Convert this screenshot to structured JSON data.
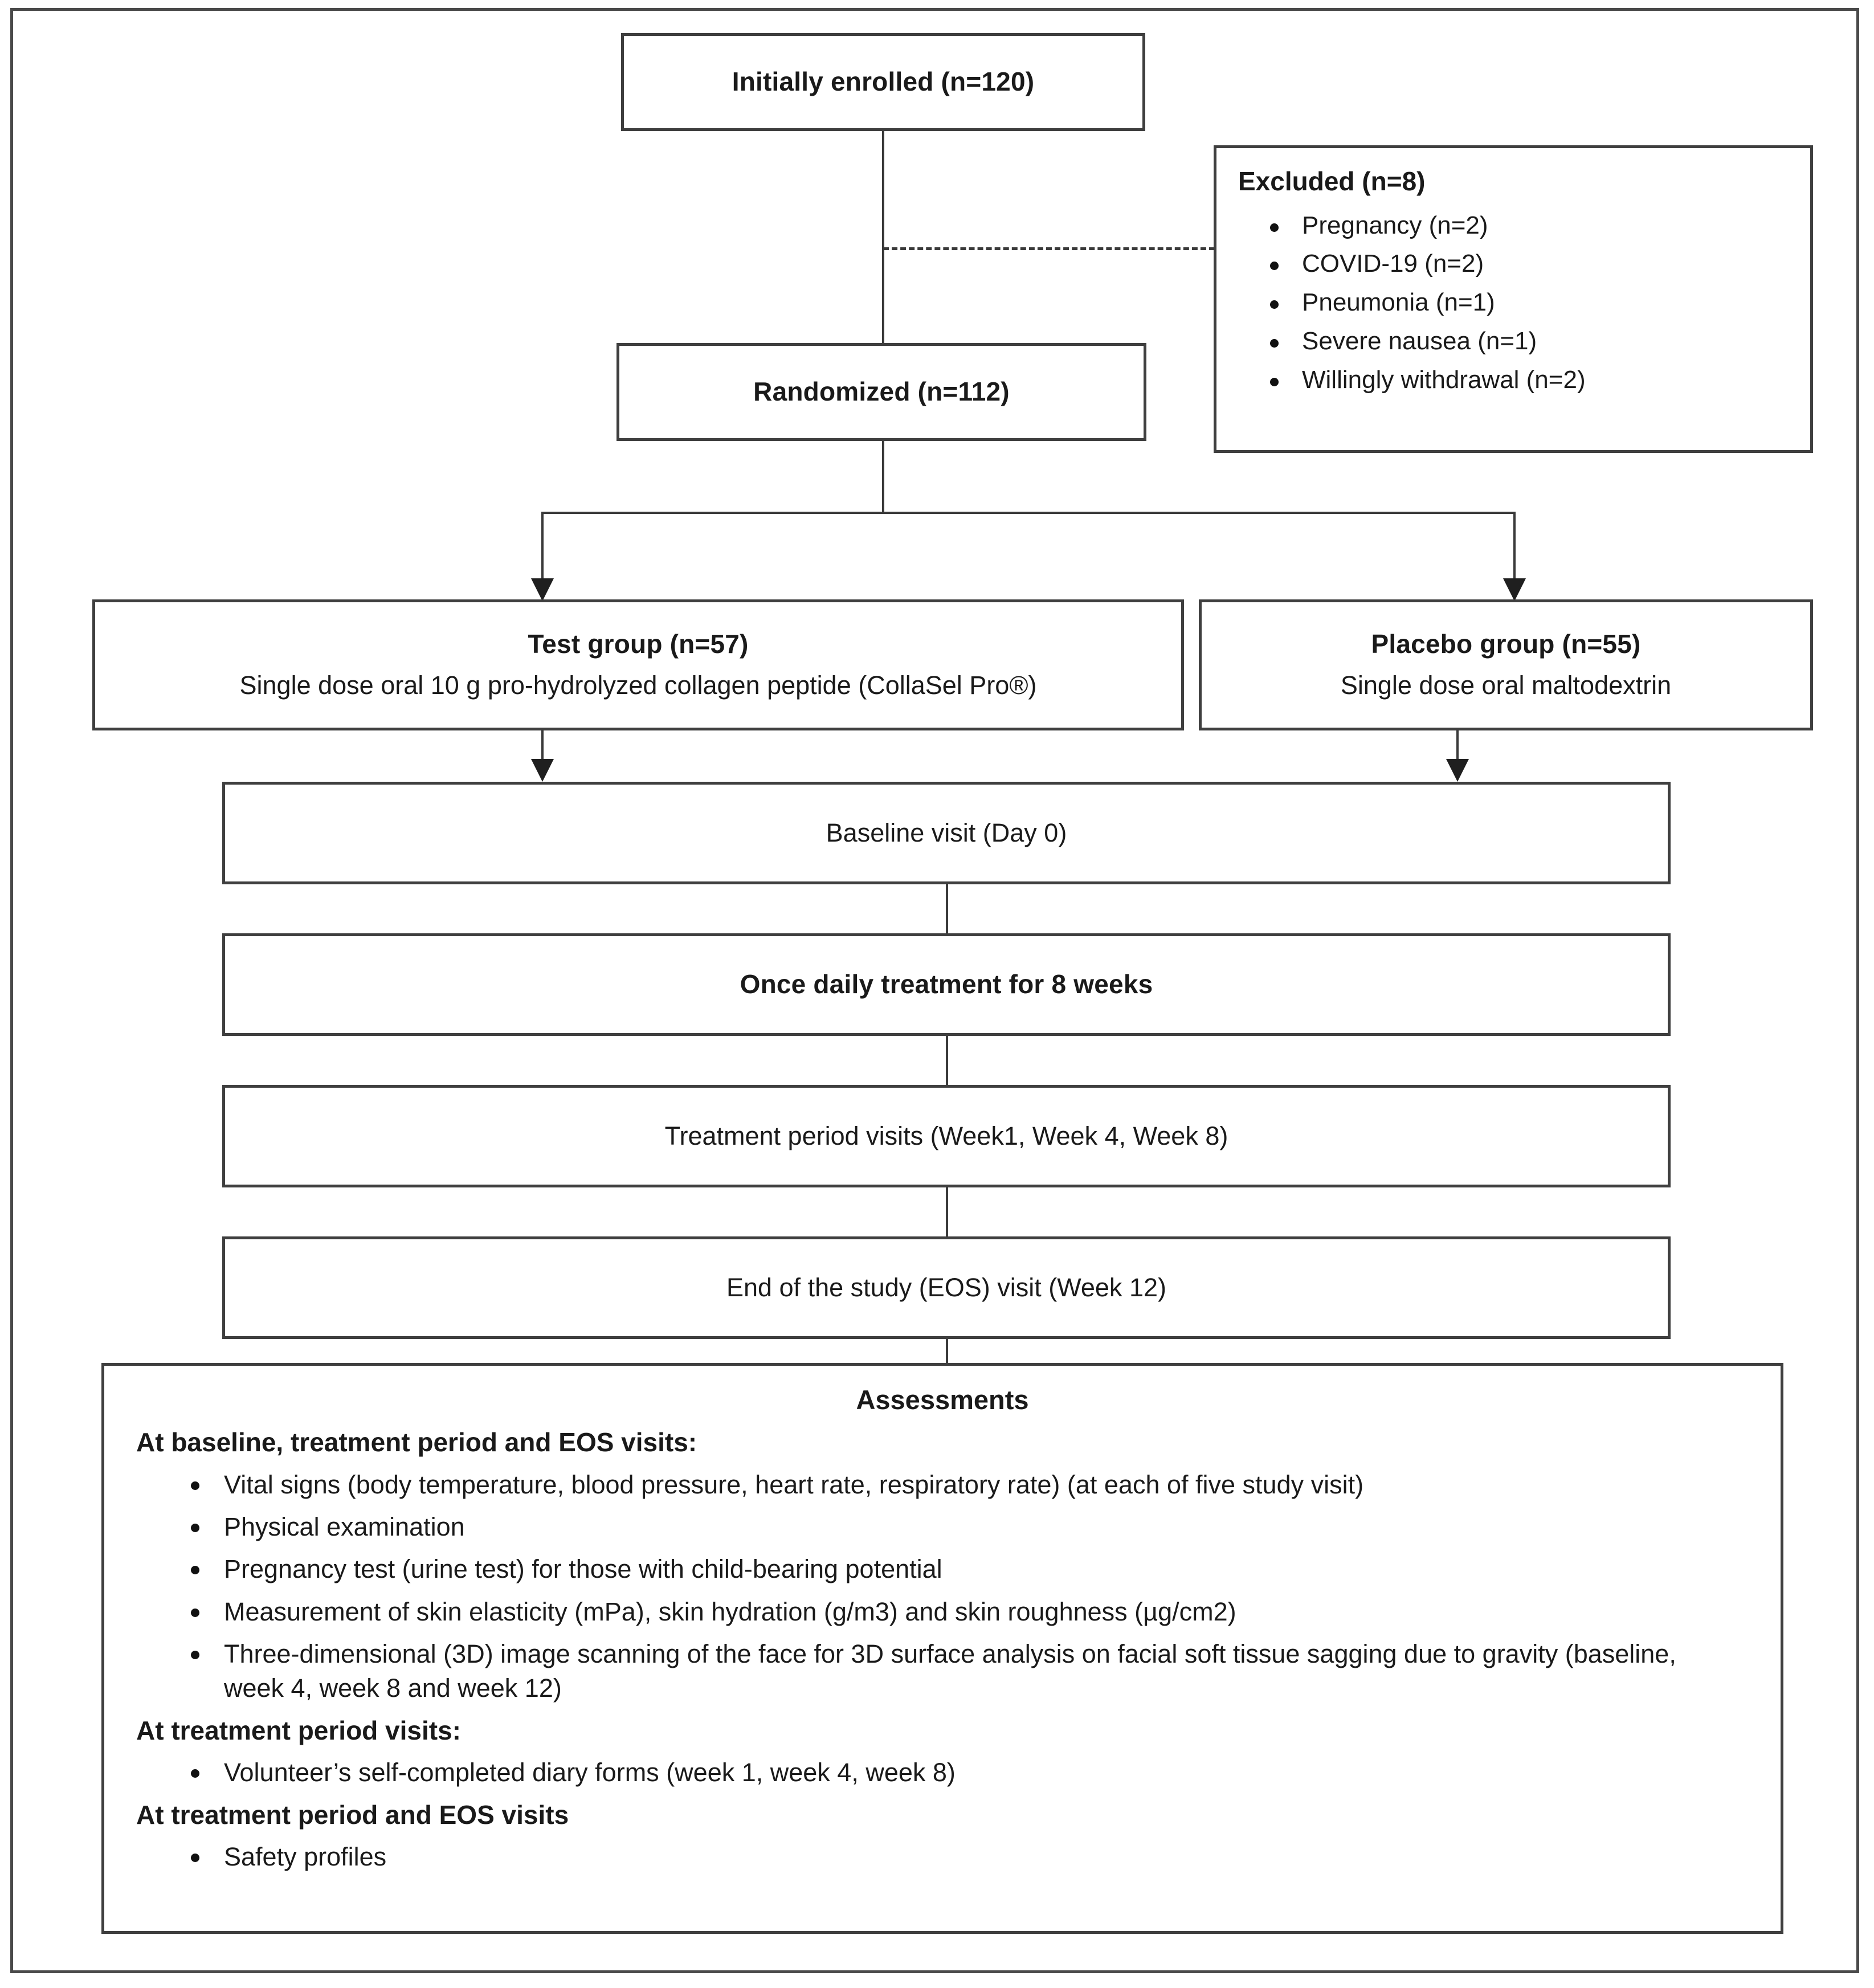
{
  "figure": {
    "type": "clinical-trial-flow-diagram",
    "title": "Study flow diagram"
  },
  "nodes": {
    "initially_enrolled": {
      "label": "Initially enrolled (n=120)"
    },
    "randomized": {
      "label": "Randomized (n=112)"
    },
    "excluded": {
      "title": "Excluded (n=8)",
      "items": [
        "Pregnancy (n=2)",
        "COVID-19 (n=2)",
        "Pneumonia (n=1)",
        "Severe nausea (n=1)",
        "Willingly withdrawal (n=2)"
      ]
    },
    "test_group": {
      "title": "Test group (n=57)",
      "subtitle": "Single dose oral 10 g pro-hydrolyzed collagen peptide (CollaSel Pro®)"
    },
    "placebo_group": {
      "title": "Placebo group (n=55)",
      "subtitle": "Single dose oral maltodextrin"
    },
    "baseline_visit": {
      "label": "Baseline visit (Day 0)"
    },
    "treatment": {
      "label": "Once daily treatment for 8 weeks"
    },
    "treatment_visits": {
      "label": "Treatment period visits (Week1, Week 4, Week 8)"
    },
    "eos_visit": {
      "label": "End of the study (EOS) visit (Week 12)"
    }
  },
  "assessments": {
    "heading": "Assessments",
    "sections": [
      {
        "label": "At baseline, treatment period and EOS visits:",
        "items": [
          "Vital signs (body temperature, blood pressure, heart rate, respiratory rate) (at each of five study visit)",
          "Physical examination",
          "Pregnancy test (urine test) for those with child-bearing potential",
          "Measurement of skin elasticity (mPa), skin hydration (g/m3) and skin roughness (µg/cm2)",
          "Three-dimensional (3D) image scanning of the face for 3D surface analysis on facial soft tissue sagging due to gravity (baseline, week 4, week 8 and week 12)"
        ]
      },
      {
        "label": "At treatment period visits:",
        "items": [
          "Volunteer’s self-completed diary forms (week 1, week 4, week 8)"
        ]
      },
      {
        "label": "At treatment period and EOS visits",
        "items": [
          "Safety profiles"
        ]
      }
    ]
  },
  "colors": {
    "border": "#3f3f3f",
    "text": "#1a1a1a",
    "background": "#ffffff"
  }
}
